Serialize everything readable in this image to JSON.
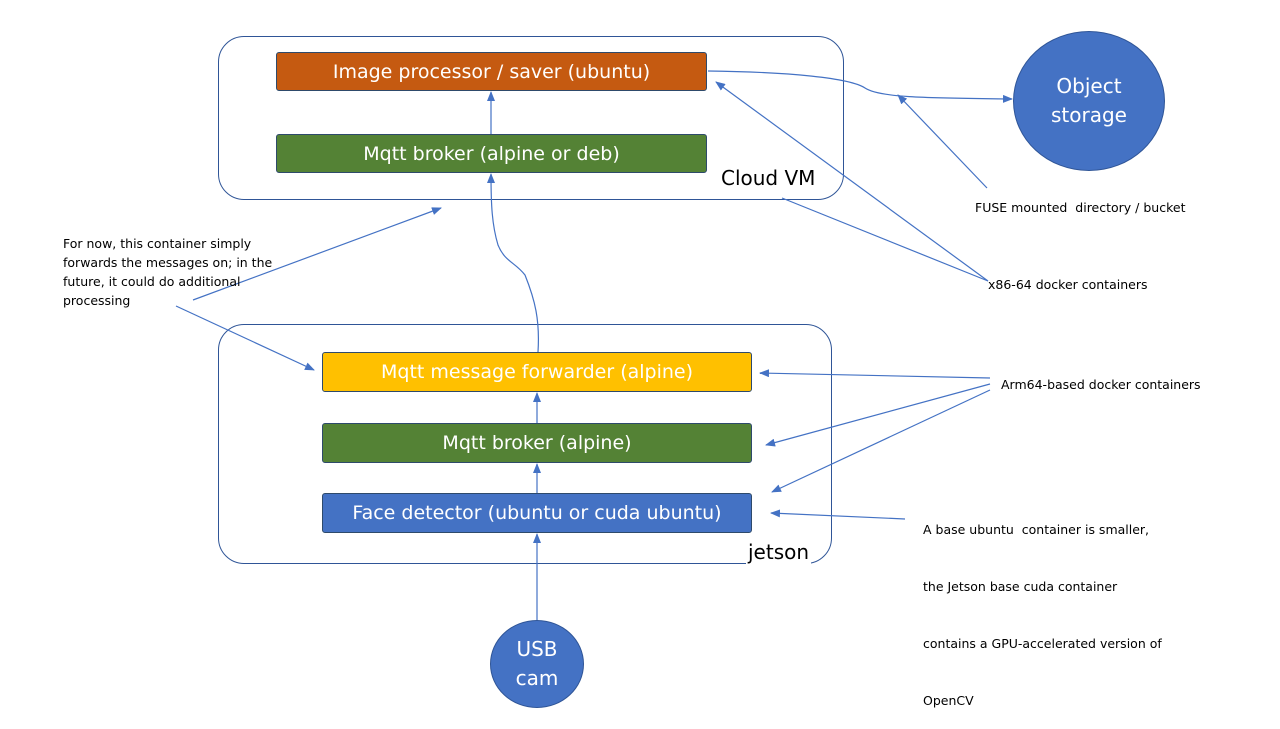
{
  "cloud_vm": {
    "label": "Cloud VM",
    "image_processor": {
      "label": "Image processor / saver (ubuntu)",
      "color": "#c55a11"
    },
    "mqtt_broker": {
      "label": "Mqtt broker (alpine or deb)",
      "color": "#548235"
    }
  },
  "jetson": {
    "label": "jetson",
    "message_forwarder": {
      "label": "Mqtt message forwarder (alpine)",
      "color": "#ffc000"
    },
    "mqtt_broker": {
      "label": "Mqtt broker (alpine)",
      "color": "#548235"
    },
    "face_detector": {
      "label": "Face detector (ubuntu or cuda ubuntu)",
      "color": "#4472c4"
    }
  },
  "object_storage": {
    "line1": "Object",
    "line2": "storage",
    "color": "#4472c4"
  },
  "usb_cam": {
    "line1": "USB",
    "line2": "cam",
    "color": "#4472c4"
  },
  "notes": {
    "forwarder_note": [
      "For now, this container simply",
      "forwards the messages on; in the",
      "future,  it could do additional",
      "processing"
    ],
    "fuse_note": "FUSE mounted  directory / bucket",
    "x86_note": "x86-64 docker containers",
    "arm_note": "Arm64-based docker containers",
    "base_note": [
      "A base ubuntu  container is smaller,",
      "the Jetson base cuda container",
      "contains a GPU-accelerated version of",
      "OpenCV"
    ]
  },
  "colors": {
    "connector": "#4472c4",
    "box_border": "#2f5597"
  }
}
